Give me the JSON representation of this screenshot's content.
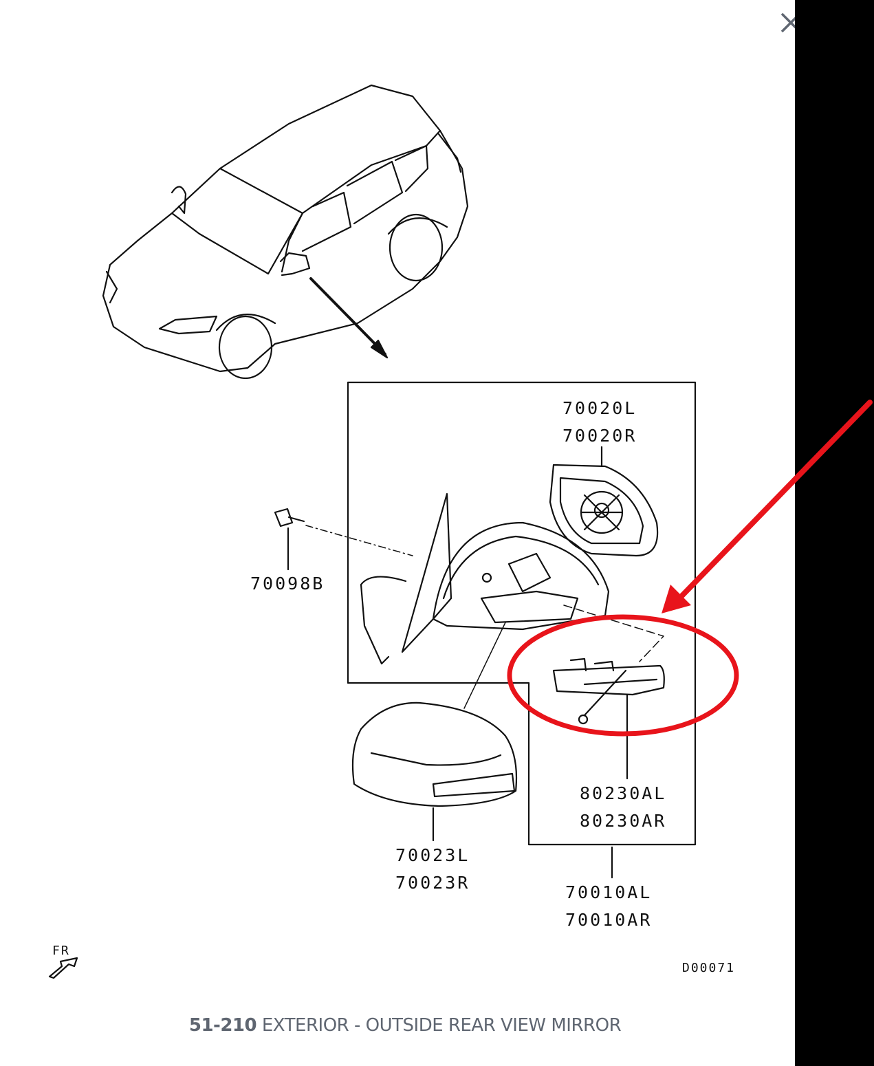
{
  "caption": {
    "code": "51-210",
    "title": "EXTERIOR - OUTSIDE REAR VIEW MIRROR"
  },
  "diagram": {
    "part_labels": {
      "p70020L": "70020L",
      "p70020R": "70020R",
      "p70098B": "70098B",
      "p80230AL": "80230AL",
      "p80230AR": "80230AR",
      "p70023L": "70023L",
      "p70023R": "70023R",
      "p70010AL": "70010AL",
      "p70010AR": "70010AR"
    },
    "front_marker": "FR",
    "diagram_id": "D00071"
  },
  "annotation": {
    "color": "#e8141b"
  },
  "controls": {
    "close_icon": "close-icon"
  }
}
